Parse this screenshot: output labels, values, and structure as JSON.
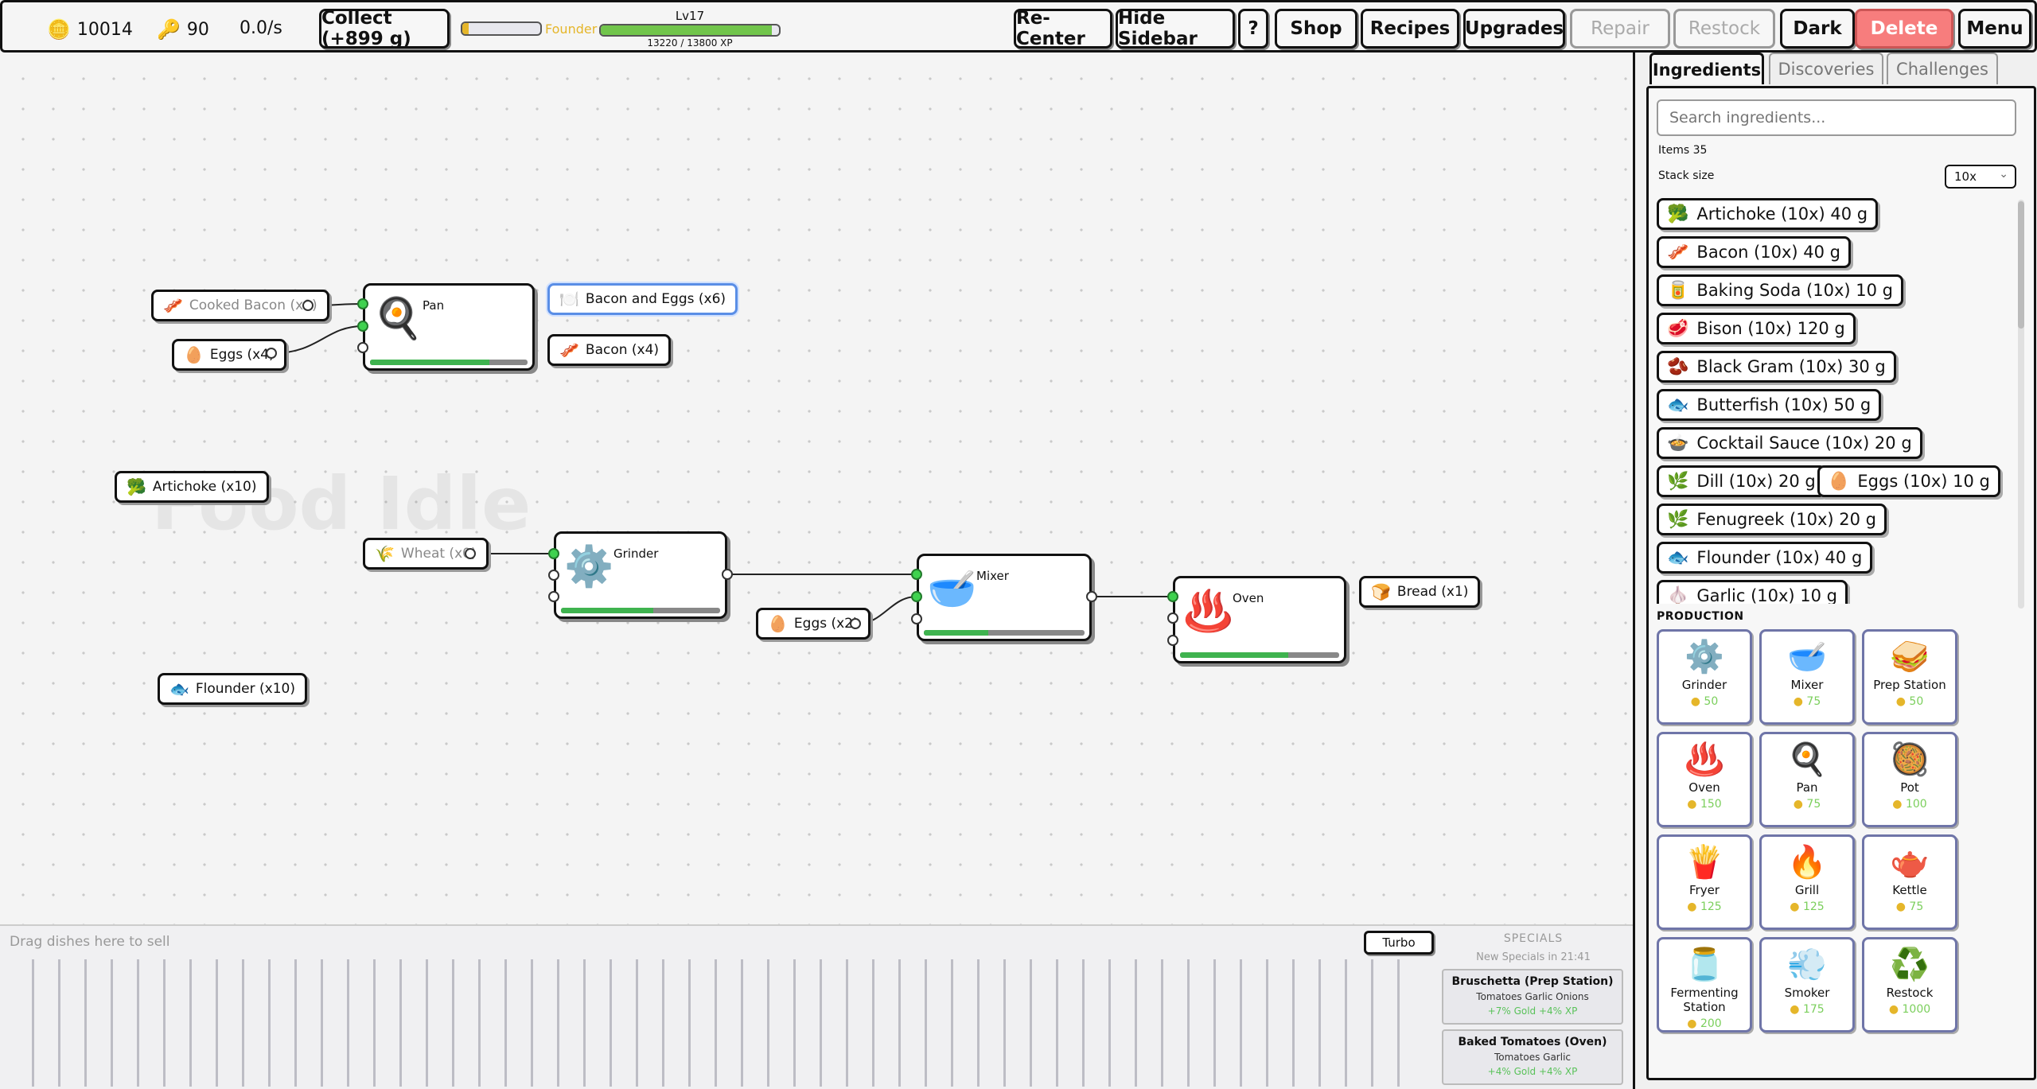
{
  "topbar": {
    "gold": "10014",
    "keys": "90",
    "rate": "0.0/s",
    "collect_label": "Collect (+899 g)",
    "rank_label": "Founder",
    "level_label": "Lv17",
    "xp_label": "13220 / 13800 XP",
    "xp_progress": 0.958,
    "buttons": {
      "recenter": "Re-Center",
      "hide_sidebar": "Hide Sidebar",
      "help": "?",
      "shop": "Shop",
      "recipes": "Recipes",
      "upgrades": "Upgrades",
      "repair": "Repair",
      "restock": "Restock",
      "dark": "Dark",
      "delete": "Delete",
      "menu": "Menu"
    }
  },
  "canvas": {
    "watermark": "Food Idle",
    "chips": {
      "cooked_bacon": "Cooked Bacon (x0)",
      "eggs_pan": "Eggs (x4)",
      "bacon_eggs": "Bacon and Eggs (x6)",
      "bacon_out": "Bacon (x4)",
      "artichoke": "Artichoke (x10)",
      "wheat": "Wheat (x0)",
      "eggs_mixer": "Eggs (x2)",
      "bread": "Bread (x1)",
      "flounder": "Flounder (x10)"
    },
    "nodes": {
      "pan": "Pan",
      "grinder": "Grinder",
      "mixer": "Mixer",
      "oven": "Oven"
    }
  },
  "sell": {
    "hint": "Drag dishes here to sell",
    "turbo": "Turbo",
    "specials_title": "SPECIALS",
    "specials_sub": "New Specials in 21:41",
    "specials": [
      {
        "name": "Bruschetta (Prep Station)",
        "ingredients": "Tomatoes  Garlic  Onions",
        "bonus": "+7% Gold  +4% XP"
      },
      {
        "name": "Baked Tomatoes (Oven)",
        "ingredients": "Tomatoes  Garlic",
        "bonus": "+4% Gold  +4% XP"
      }
    ]
  },
  "sidebar": {
    "tabs": [
      "Ingredients",
      "Discoveries",
      "Challenges"
    ],
    "search_placeholder": "Search ingredients...",
    "items_label": "Items 35",
    "stack_label": "Stack size",
    "stack_value": "10x",
    "ingredients": [
      {
        "icon": "🥦",
        "label": "Artichoke (10x)  40 g"
      },
      {
        "icon": "🥓",
        "label": "Bacon (10x)  40 g"
      },
      {
        "icon": "🥫",
        "label": "Baking Soda (10x)  10 g"
      },
      {
        "icon": "🥩",
        "label": "Bison (10x)  120 g"
      },
      {
        "icon": "🫘",
        "label": "Black Gram (10x)  30 g"
      },
      {
        "icon": "🐟",
        "label": "Butterfish (10x)  50 g"
      },
      {
        "icon": "🍲",
        "label": "Cocktail Sauce (10x)  20 g"
      },
      {
        "icon": "🌿",
        "label": "Dill (10x)  20 g"
      },
      {
        "icon": "🥚",
        "label": "Eggs (10x)  10 g"
      },
      {
        "icon": "🌿",
        "label": "Fenugreek (10x)  20 g"
      },
      {
        "icon": "🐟",
        "label": "Flounder (10x)  40 g"
      },
      {
        "icon": "🧄",
        "label": "Garlic (10x)  10 g"
      }
    ],
    "production_title": "PRODUCTION",
    "production": [
      {
        "icon": "⚙️",
        "name": "Grinder",
        "cost": "50"
      },
      {
        "icon": "🥣",
        "name": "Mixer",
        "cost": "75"
      },
      {
        "icon": "🥪",
        "name": "Prep Station",
        "cost": "50"
      },
      {
        "icon": "♨️",
        "name": "Oven",
        "cost": "150"
      },
      {
        "icon": "🍳",
        "name": "Pan",
        "cost": "75"
      },
      {
        "icon": "🥘",
        "name": "Pot",
        "cost": "100"
      },
      {
        "icon": "🍟",
        "name": "Fryer",
        "cost": "125"
      },
      {
        "icon": "🔥",
        "name": "Grill",
        "cost": "125"
      },
      {
        "icon": "🫖",
        "name": "Kettle",
        "cost": "75"
      },
      {
        "icon": "🫙",
        "name": "Fermenting Station",
        "cost": "200"
      },
      {
        "icon": "💨",
        "name": "Smoker",
        "cost": "175"
      },
      {
        "icon": "♻️",
        "name": "Restock",
        "cost": "1000"
      }
    ]
  }
}
